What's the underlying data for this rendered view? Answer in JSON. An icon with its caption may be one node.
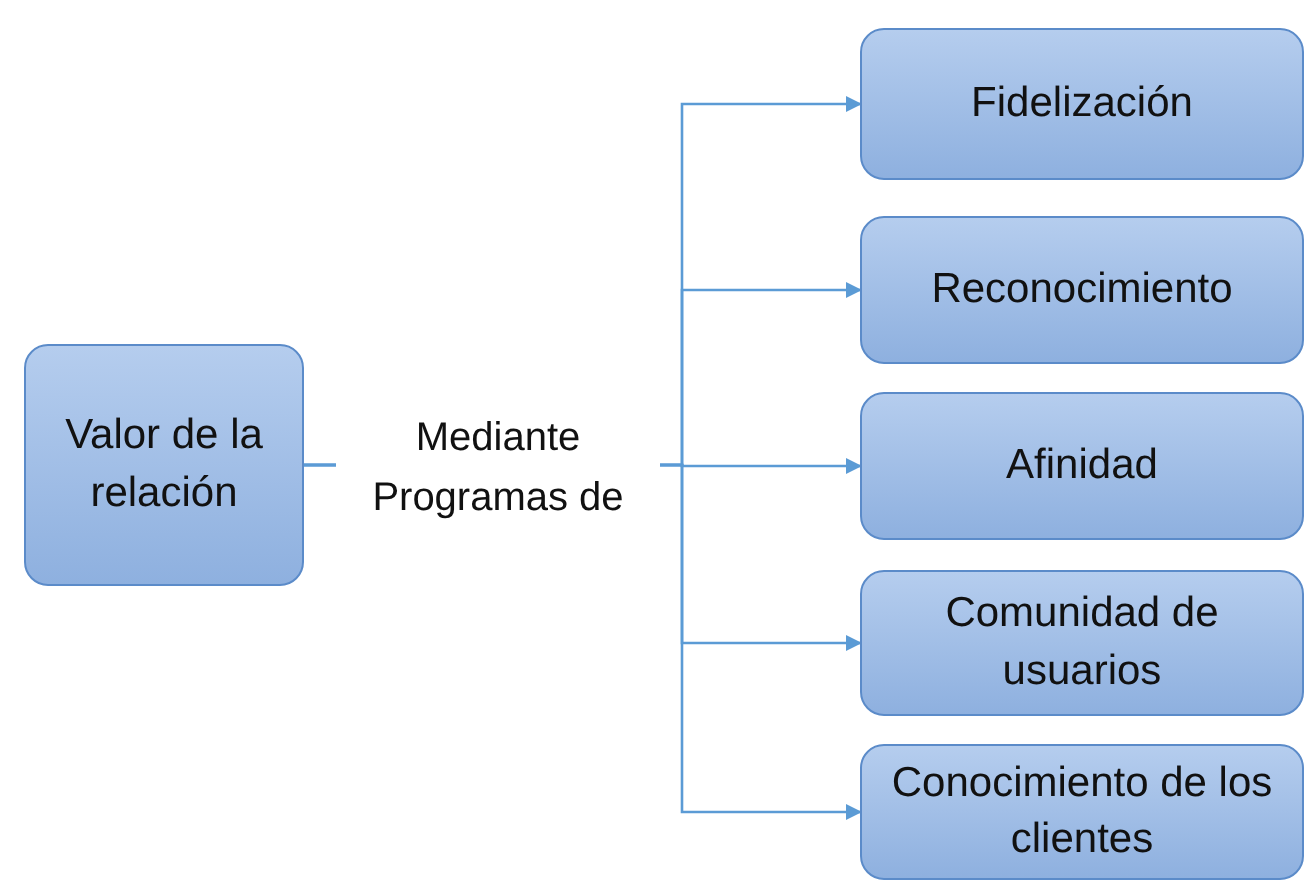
{
  "diagram": {
    "nodes": [
      {
        "text": [
          "Valor de la relación"
        ]
      },
      {
        "text": [
          "Fidelización"
        ]
      },
      {
        "text": [
          "Reconocimiento"
        ]
      },
      {
        "text": [
          "Afinidad"
        ]
      },
      {
        "text": [
          "Comunidad de usuarios"
        ]
      },
      {
        "text": [
          "Conocimiento de los clientes"
        ]
      }
    ],
    "edges": [
      {
        "from": 0,
        "to": 1,
        "arrow": "to"
      },
      {
        "from": 0,
        "to": 2,
        "arrow": "to"
      },
      {
        "from": 0,
        "to": 3,
        "arrow": "to",
        "label": "Mediante Programas de"
      },
      {
        "from": 0,
        "to": 4,
        "arrow": "to"
      },
      {
        "from": 0,
        "to": 5,
        "arrow": "to"
      }
    ]
  }
}
